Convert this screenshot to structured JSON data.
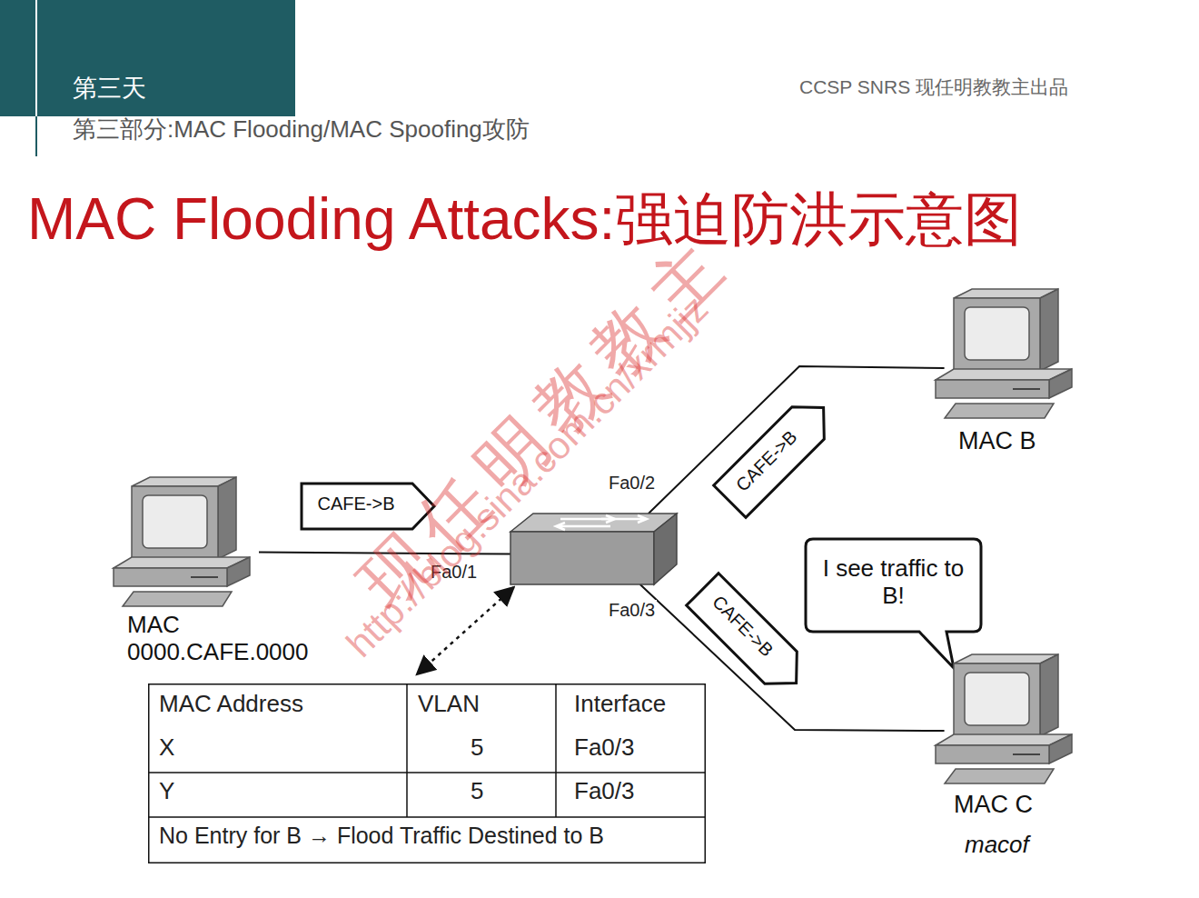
{
  "diagram": {
    "title": "MAC Flooding Attacks:强迫防洪示意图",
    "nodes": [
      {
        "text": [
          "MAC 0000.CAFE.0000"
        ]
      },
      {
        "text": [
          "CAFE->B"
        ]
      },
      {
        "text": []
      },
      {
        "text": [
          "CAFE->B"
        ]
      },
      {
        "text": [
          "MAC B"
        ]
      },
      {
        "text": [
          "I see traffic to B!"
        ]
      },
      {
        "text": [
          "CAFE->B"
        ]
      },
      {
        "text": [
          "MAC Address",
          "VLAN",
          "Interface",
          "X",
          "5",
          "Fa0/3",
          "Y",
          "5",
          "Fa0/3",
          "No Entry for B → Flood Traffic Destined to B"
        ]
      },
      {
        "text": [
          "MAC C",
          "macof"
        ]
      }
    ],
    "edges": [
      {
        "from": 0,
        "to": 2,
        "arrow": "none",
        "label": "Fa0/1"
      },
      {
        "from": 2,
        "to": 4,
        "arrow": "none",
        "label": "Fa0/2"
      },
      {
        "from": 2,
        "to": 8,
        "arrow": "none",
        "label": "Fa0/3"
      },
      {
        "from": 2,
        "to": 7,
        "arrow": "both"
      }
    ],
    "labels": [
      "第三天",
      "第三部分:MAC Flooding/MAC Spoofing攻防",
      "CCSP SNRS 现任明教教主出品",
      "现任明教教主",
      "http://blog.sina.com.cn/xrmjjz"
    ]
  }
}
